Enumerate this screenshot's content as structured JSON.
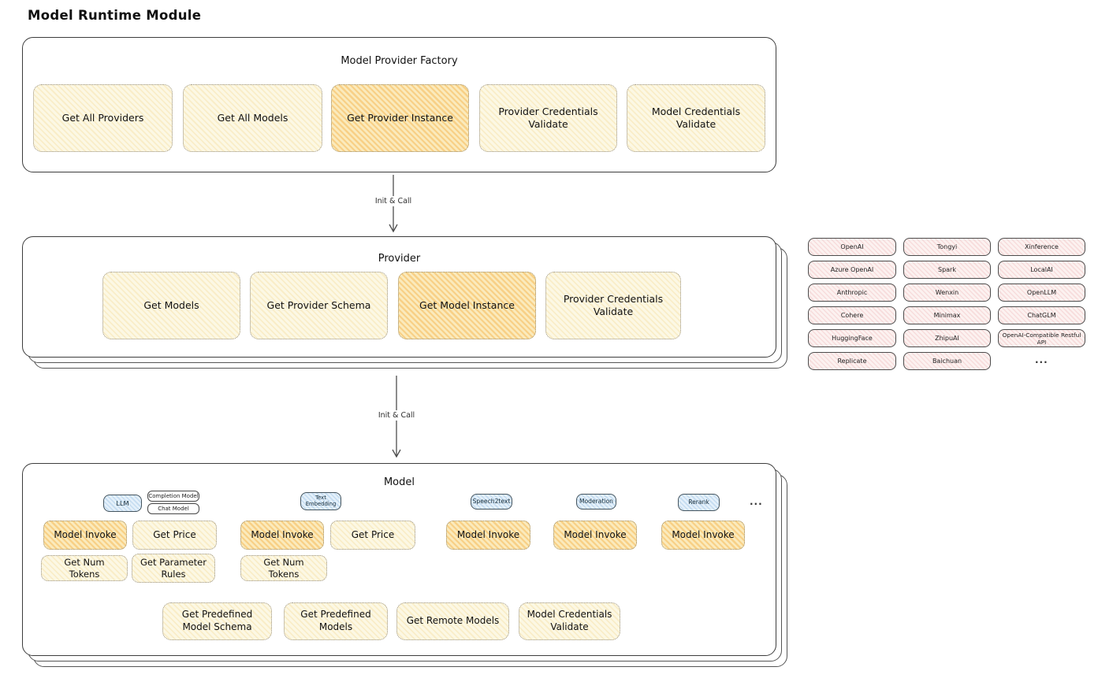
{
  "title": "Model Runtime Module",
  "colors": {
    "cream_fill": "#fdf8e6",
    "cream_hatch": "#ecc35f",
    "highlight_fill": "#fbeec6",
    "highlight_hatch": "#f2a62d",
    "pink_fill": "#fcf1f0",
    "pink_hatch": "#e48a8a",
    "blue_fill": "#e3effa",
    "blue_hatch": "#7dafda",
    "panel_border": "#3d3d3d"
  },
  "factory": {
    "title": "Model Provider Factory",
    "buttons": [
      {
        "label": "Get All Providers"
      },
      {
        "label": "Get All Models"
      },
      {
        "label": "Get Provider Instance"
      },
      {
        "label": "Provider Credentials Validate"
      },
      {
        "label": "Model Credentials Validate"
      }
    ]
  },
  "arrows": {
    "label_1": "Init & Call",
    "label_2": "Init & Call"
  },
  "provider": {
    "title": "Provider",
    "buttons": [
      {
        "label": "Get Models"
      },
      {
        "label": "Get Provider Schema"
      },
      {
        "label": "Get Model Instance"
      },
      {
        "label": "Provider Credentials Validate"
      }
    ]
  },
  "provider_list": {
    "items": [
      "OpenAI",
      "Tongyi",
      "Xinference",
      "Azure OpenAI",
      "Spark",
      "LocalAI",
      "Anthropic",
      "Wenxin",
      "OpenLLM",
      "Cohere",
      "Minimax",
      "ChatGLM",
      "HuggingFace",
      "ZhipuAI",
      "OpenAI-Compatible Restful API",
      "Replicate",
      "Baichuan"
    ],
    "more": "..."
  },
  "model": {
    "title": "Model",
    "tags": {
      "llm": "LLM",
      "completion_model": "Completion Model",
      "chat_model": "Chat Model",
      "text_embedding": "Text Embedding",
      "speech2text": "Speech2text",
      "moderation": "Moderation",
      "rerank": "Rerank",
      "more": "..."
    },
    "buttons": {
      "model_invoke": "Model Invoke",
      "get_price": "Get Price",
      "get_num_tokens": "Get Num Tokens",
      "get_parameter_rules": "Get Parameter Rules",
      "get_predefined_model_schema": "Get Predefined Model Schema",
      "get_predefined_models": "Get Predefined Models",
      "get_remote_models": "Get Remote Models",
      "model_credentials_validate": "Model Credentials Validate"
    }
  }
}
